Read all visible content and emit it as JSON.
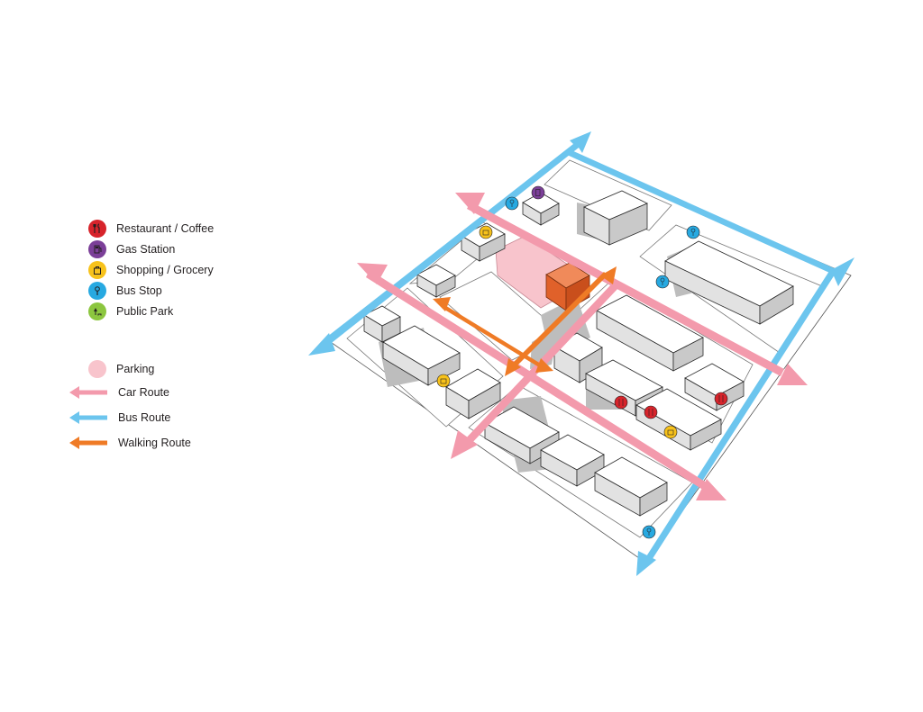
{
  "legend": {
    "amenities": [
      {
        "key": "restaurant",
        "label": "Restaurant / Coffee",
        "color": "#d7242b",
        "icon": "fork-knife-icon"
      },
      {
        "key": "gas",
        "label": "Gas Station",
        "color": "#7b3f98",
        "icon": "fuel-pump-icon"
      },
      {
        "key": "shopping",
        "label": "Shopping / Grocery",
        "color": "#f7c21b",
        "icon": "shopping-bag-icon"
      },
      {
        "key": "bus_stop",
        "label": "Bus Stop",
        "color": "#27a9e1",
        "icon": "bus-stop-sign-icon"
      },
      {
        "key": "park",
        "label": "Public Park",
        "color": "#8cc63f",
        "icon": "tree-bench-icon"
      }
    ],
    "layers": [
      {
        "key": "parking",
        "label": "Parking",
        "color": "#f8c4cc",
        "symbol": "circle"
      },
      {
        "key": "car",
        "label": "Car Route",
        "color": "#f39aac",
        "symbol": "arrow"
      },
      {
        "key": "bus",
        "label": "Bus Route",
        "color": "#6cc5ee",
        "symbol": "arrow"
      },
      {
        "key": "walk",
        "label": "Walking Route",
        "color": "#ef7b26",
        "symbol": "arrow"
      }
    ]
  },
  "colors": {
    "building_fill": "#ffffff",
    "building_shade": "#c9c9c9",
    "building_stroke": "#2b2b2b",
    "shadow": "#bdbdbd",
    "parking_fill": "#f8c4cc",
    "highlight_building": "#e0612a"
  }
}
